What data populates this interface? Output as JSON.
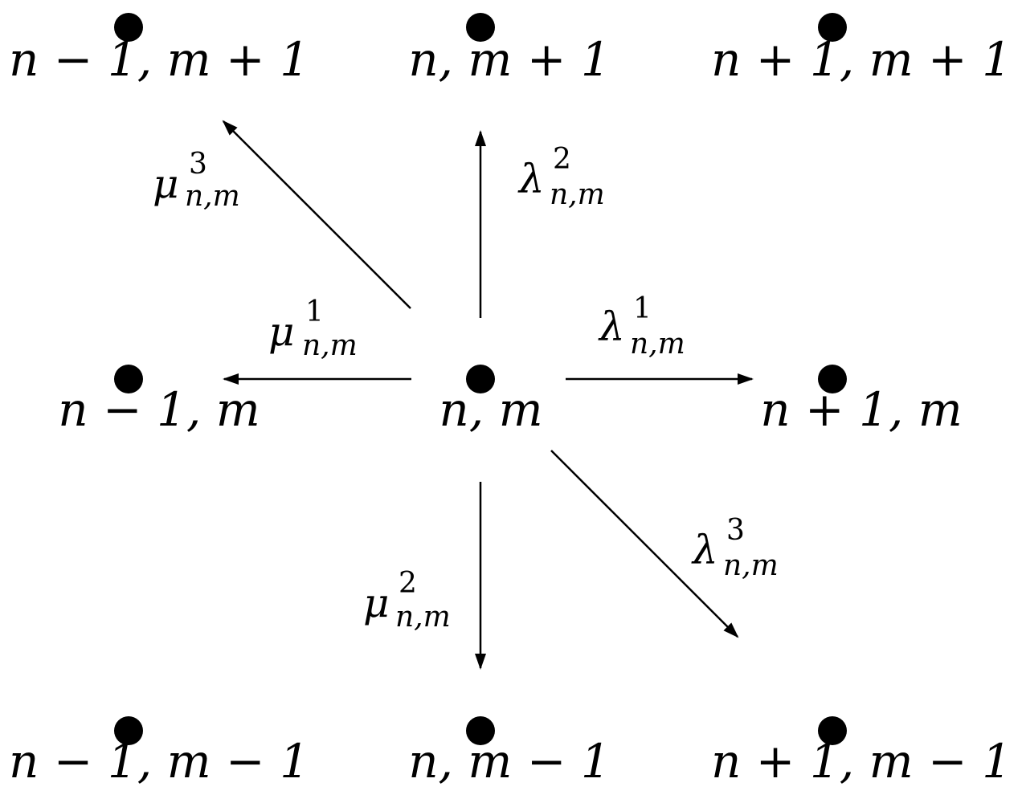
{
  "nodes": [
    {
      "id": "top-left",
      "label": "n − 1, m + 1"
    },
    {
      "id": "top-center",
      "label": "n, m + 1"
    },
    {
      "id": "top-right",
      "label": "n + 1, m + 1"
    },
    {
      "id": "middle-left",
      "label": "n − 1, m"
    },
    {
      "id": "center",
      "label": "n, m"
    },
    {
      "id": "middle-right",
      "label": "n + 1, m"
    },
    {
      "id": "bottom-left",
      "label": "n − 1, m − 1"
    },
    {
      "id": "bottom-center",
      "label": "n, m − 1"
    },
    {
      "id": "bottom-right",
      "label": "n + 1, m − 1"
    }
  ],
  "transitions": [
    {
      "id": "mu3",
      "from": "center",
      "to": "top-left",
      "symbol": "μ",
      "superscript": "3",
      "subscript": "n,m"
    },
    {
      "id": "lambda2",
      "from": "center",
      "to": "top-center",
      "symbol": "λ",
      "superscript": "2",
      "subscript": "n,m"
    },
    {
      "id": "mu1",
      "from": "center",
      "to": "middle-left",
      "symbol": "μ",
      "superscript": "1",
      "subscript": "n,m"
    },
    {
      "id": "lambda1",
      "from": "center",
      "to": "middle-right",
      "symbol": "λ",
      "superscript": "1",
      "subscript": "n,m"
    },
    {
      "id": "mu2",
      "from": "center",
      "to": "bottom-center",
      "symbol": "μ",
      "superscript": "2",
      "subscript": "n,m"
    },
    {
      "id": "lambda3",
      "from": "center",
      "to": "bottom-right",
      "symbol": "λ",
      "superscript": "3",
      "subscript": "n,m"
    }
  ]
}
